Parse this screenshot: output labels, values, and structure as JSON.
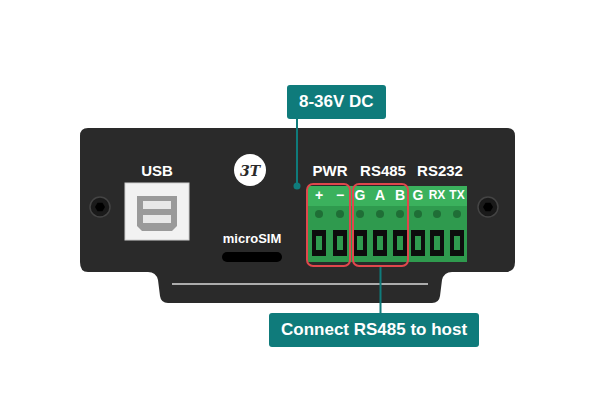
{
  "diagram": {
    "nodes": [
      {
        "text": [
          "8-36V DC"
        ]
      },
      {
        "text": [
          "+",
          "−"
        ]
      },
      {
        "text": [
          "G",
          "A",
          "B"
        ]
      },
      {
        "text": [
          "Connect RS485 to host"
        ]
      }
    ],
    "edges": [
      {
        "from": 0,
        "to": 1,
        "arrow": "none"
      },
      {
        "from": 3,
        "to": 2,
        "arrow": "none"
      }
    ],
    "labels": [
      "USB",
      "3T",
      "microSIM",
      "PWR",
      "RS485",
      "RS232",
      "G",
      "RX",
      "TX"
    ]
  }
}
